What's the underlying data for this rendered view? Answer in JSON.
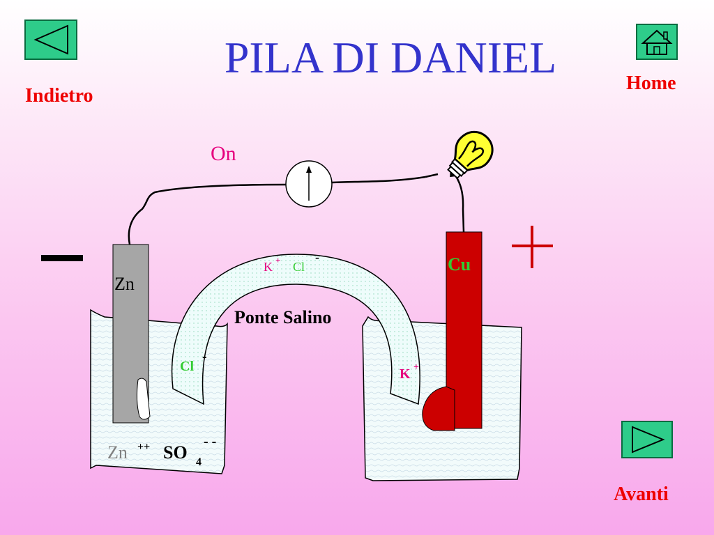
{
  "title": "PILA DI DANIEL",
  "nav": {
    "back_label": "Indietro",
    "home_label": "Home",
    "next_label": "Avanti"
  },
  "diagram": {
    "switch_label": "On",
    "anode_label": "Zn",
    "cathode_label": "Cu",
    "negative_sign": "−",
    "positive_sign": "+",
    "bridge_label": "Ponte Salino",
    "bridge_ions": {
      "k": "K",
      "k_charge": "+",
      "cl": "Cl",
      "cl_charge": "-"
    },
    "solution": {
      "zn": "Zn",
      "zn_charge": "++",
      "so4": "SO",
      "so4_sub": "4",
      "so4_charge": "- -"
    }
  },
  "colors": {
    "title": "#3333cc",
    "nav_text": "#ee0000",
    "button": "#2ecc8a",
    "zinc": "#a6a6a6",
    "copper": "#cc0000",
    "ion_red": "#e6007e",
    "ion_green": "#33cc33"
  }
}
